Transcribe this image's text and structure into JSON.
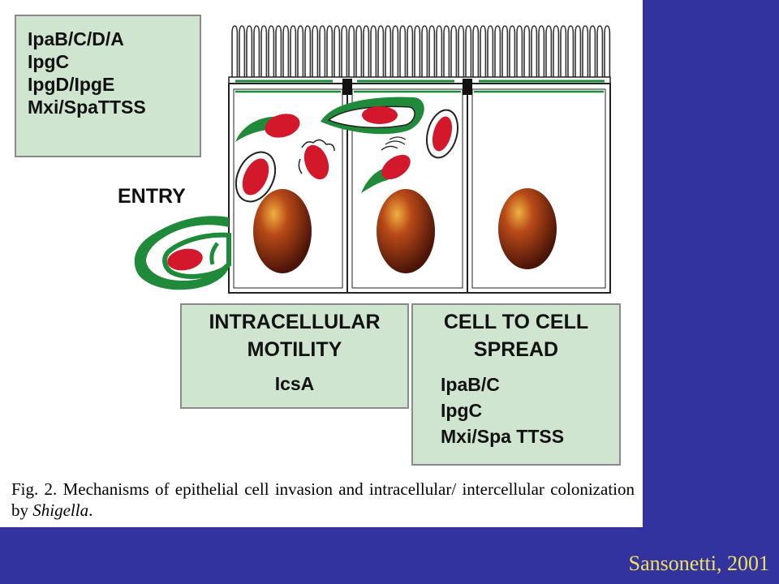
{
  "boxes": {
    "genes_top": [
      "IpaB/C/D/A",
      "IpgC",
      "IpgD/IpgE",
      "Mxi/SpaTTSS"
    ],
    "motility": {
      "title_lines": [
        "INTRACELLULAR",
        "MOTILITY"
      ],
      "gene": "IcsA"
    },
    "spread": {
      "title_lines": [
        "CELL TO CELL",
        "SPREAD"
      ],
      "genes": [
        "IpaB/C",
        "IpgC",
        "Mxi/Spa TTSS"
      ]
    }
  },
  "labels": {
    "entry": "ENTRY"
  },
  "caption": {
    "part1": "Fig. 2. Mechanisms of epithelial cell invasion and intracellular/ intercellular colonization by ",
    "italic": "Shigella",
    "part2": "."
  },
  "citation": "Sansonetti, 2001",
  "colors": {
    "background": "#3333a0",
    "box_fill": "#cfe5cf",
    "membrane_green": "#1f8a3a",
    "bacterium_red": "#d4182c",
    "nucleus_brown": "#8a2a10",
    "citation_yellow": "#f0e060"
  }
}
